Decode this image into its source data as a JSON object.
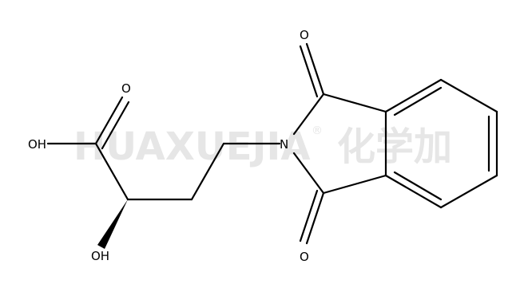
{
  "labels": {
    "acid_o": "O",
    "acid_oh": "OH",
    "alpha_oh": "OH",
    "n": "N",
    "o_top": "O",
    "o_bottom": "O"
  },
  "watermark": {
    "text": "HUAXUEJIA",
    "registered": "®",
    "cjk": "化学加"
  },
  "colors": {
    "bond": "#000000",
    "watermark": "#e6e6e6"
  }
}
